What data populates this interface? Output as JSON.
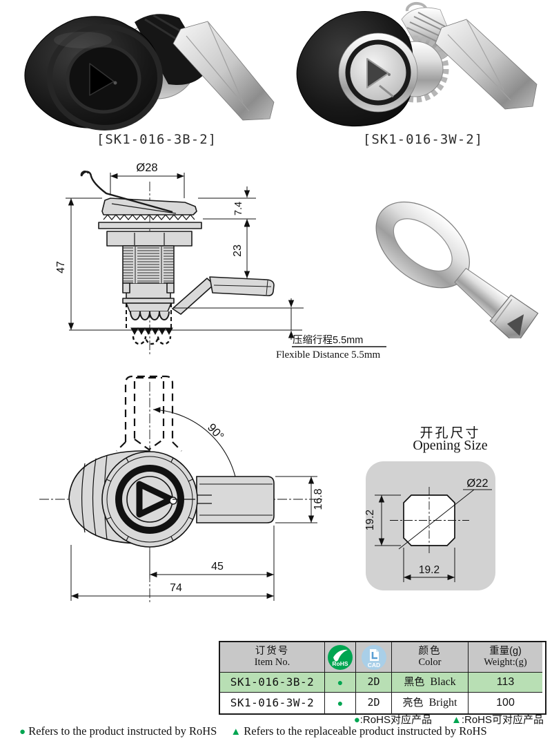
{
  "products": {
    "left": {
      "label": "[SK1-016-3B-2]"
    },
    "right": {
      "label": "[SK1-016-3W-2]"
    }
  },
  "side_view": {
    "dia": "Ø28",
    "cap_height": "7.4",
    "grip_range": "23",
    "total_length": "47",
    "flex_cn": "压缩行程5.5mm",
    "flex_en": "Flexible Distance 5.5mm"
  },
  "front_view": {
    "angle": "90°",
    "cam_height": "16.8",
    "cam_length": "45",
    "total_width": "74"
  },
  "opening_size": {
    "title_cn": "开孔尺寸",
    "title_en": "Opening Size",
    "dia": "Ø22",
    "height": "19.2",
    "width": "19.2"
  },
  "table": {
    "header": {
      "item_cn": "订货号",
      "item_en": "Item No.",
      "rohs_badge": "RoHS",
      "cad_badge": "CAD",
      "color_cn": "颜色",
      "color_en": "Color",
      "weight_cn": "重量(g)",
      "weight_en": "Weight:(g)"
    },
    "rows": [
      {
        "item": "SK1-016-3B-2",
        "rohs": "●",
        "cad": "2D",
        "color_cn": "黑色",
        "color_en": "Black",
        "weight": "113"
      },
      {
        "item": "SK1-016-3W-2",
        "rohs": "●",
        "cad": "2D",
        "color_cn": "亮色",
        "color_en": "Bright",
        "weight": "100"
      }
    ]
  },
  "footer": {
    "legend": [
      {
        "symbol": "●",
        "text": ":RoHS对应产品"
      },
      {
        "symbol": "▲",
        "text": ":RoHS可对应产品"
      }
    ],
    "notes": [
      {
        "symbol": "●",
        "text": "Refers to the product instructed by RoHS"
      },
      {
        "symbol": "▲",
        "text": "Refers to the replaceable product instructed by RoHS"
      }
    ]
  },
  "colors": {
    "accent_green": "#00a551",
    "row_green": "#b8dfb4",
    "header_gray": "#c8c8c8",
    "cad_blue": "#a9cfe8",
    "drawing_fill": "#d9d9d9",
    "opening_panel_gray": "#d2d2d2"
  }
}
